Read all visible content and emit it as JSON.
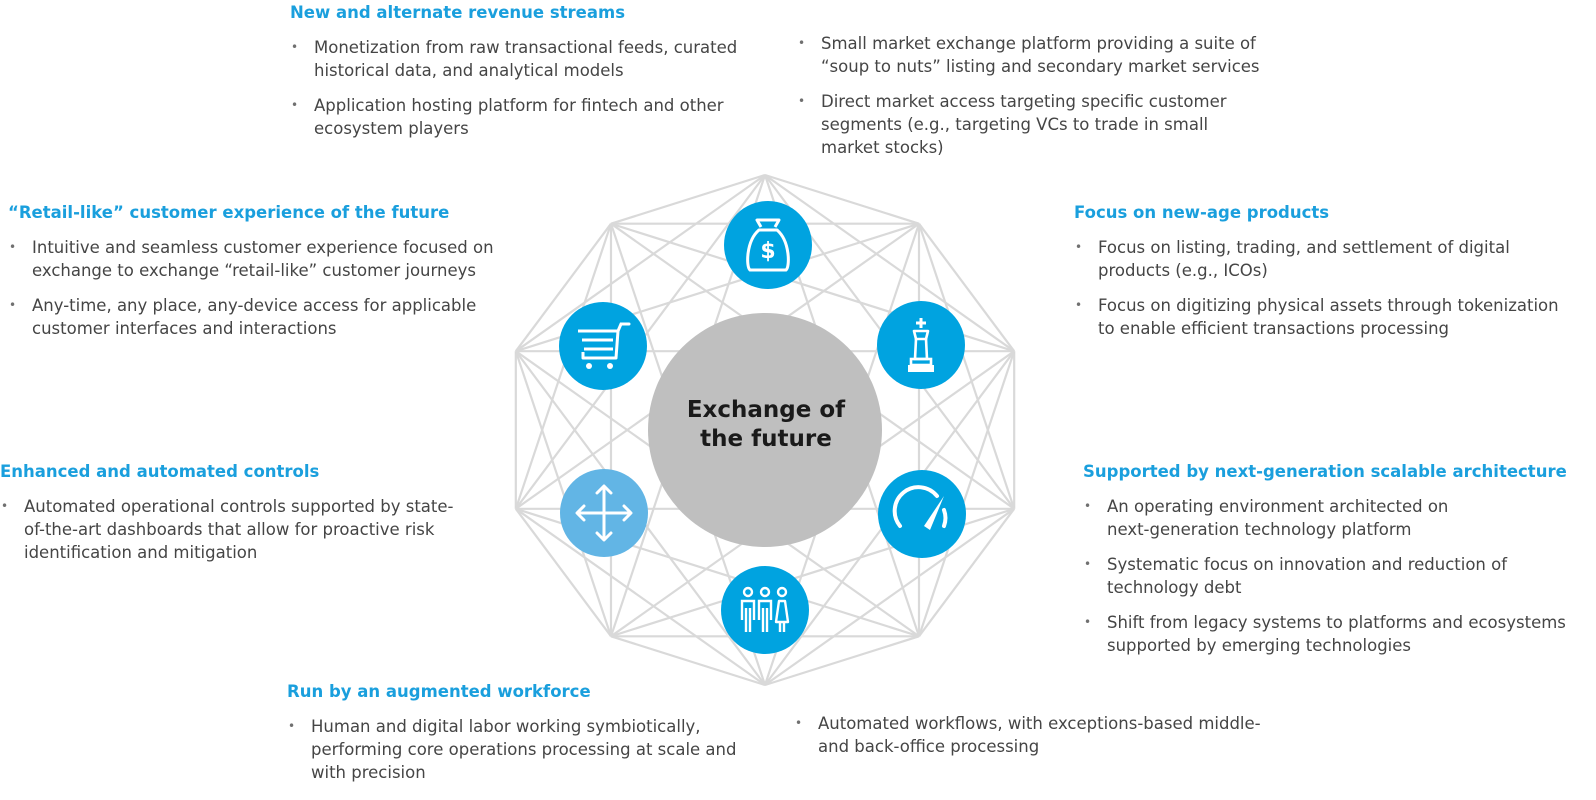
{
  "center": {
    "title_line1": "Exchange of",
    "title_line2": "the future"
  },
  "icons": [
    {
      "name": "money-bag-icon",
      "color": "#00a3e0"
    },
    {
      "name": "chess-piece-icon",
      "color": "#00a3e0"
    },
    {
      "name": "gauge-icon",
      "color": "#00a3e0"
    },
    {
      "name": "people-icon",
      "color": "#00a3e0"
    },
    {
      "name": "move-arrows-icon",
      "color": "#62b5e5"
    },
    {
      "name": "shopping-cart-icon",
      "color": "#00a3e0"
    }
  ],
  "colors": {
    "accent": "#1a9fdd",
    "hub": "#bfbfbf",
    "mesh": "#d9d9d9"
  },
  "sections": {
    "revenue": {
      "heading": "New and alternate revenue streams",
      "left_bullets": [
        "Monetization from raw transactional feeds, curated historical data, and analytical models",
        "Application hosting platform for fintech and other ecosystem players"
      ],
      "right_bullets": [
        "Small market exchange platform providing a suite of “soup to nuts” listing and secondary market services",
        "Direct market access targeting specific customer segments (e.g., targeting VCs to trade in small market stocks)"
      ]
    },
    "retail": {
      "heading": "“Retail-like” customer experience of the future",
      "bullets": [
        "Intuitive and seamless customer experience focused on exchange to exchange “retail-like” customer journeys",
        "Any-time, any place, any-device access for applicable customer interfaces and interactions"
      ]
    },
    "products": {
      "heading": "Focus on new-age products",
      "bullets": [
        "Focus on listing, trading, and settlement of digital products (e.g., ICOs)",
        "Focus on digitizing physical assets through tokenization to enable efficient transactions processing"
      ]
    },
    "controls": {
      "heading": "Enhanced and automated controls",
      "bullets": [
        "Automated operational controls supported by state-of-the-art dashboards that allow for proactive risk identification and mitigation"
      ]
    },
    "architecture": {
      "heading": "Supported by next-generation scalable architecture",
      "bullets": [
        "An operating environment architected on next-generation technology platform",
        "Systematic focus on innovation and reduction of technology debt",
        "Shift from legacy systems to platforms and ecosystems supported by emerging technologies"
      ]
    },
    "workforce": {
      "heading": "Run by an augmented workforce",
      "left_bullets": [
        "Human and digital labor working symbiotically, performing core operations processing at scale and with precision"
      ],
      "right_bullets": [
        "Automated workflows, with exceptions-based middle- and back-office processing"
      ]
    }
  }
}
